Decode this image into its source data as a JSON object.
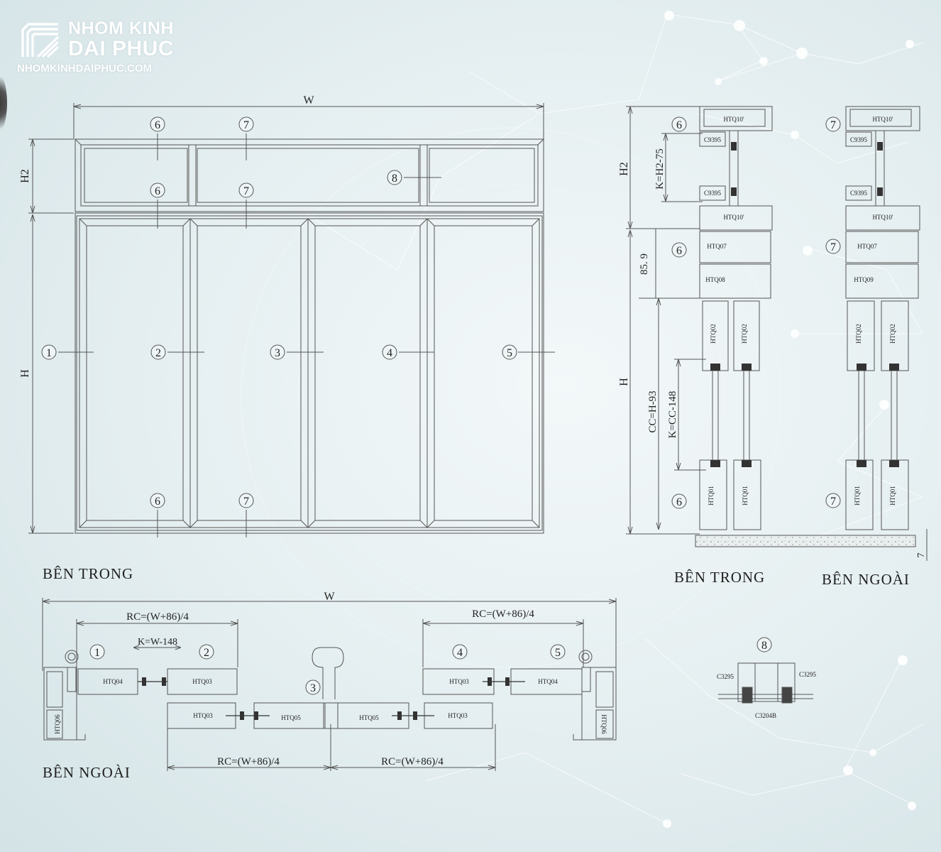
{
  "brand": {
    "line1": "NHOM KINH",
    "line2": "DAI PHUC",
    "url": "NHOMKINHDAIPHUC.COM",
    "logo_icon": "stacked-frame-logo"
  },
  "elevation": {
    "width_label": "W",
    "height_label": "H",
    "transom_height_label": "H2",
    "panel_markers": [
      "1",
      "2",
      "3",
      "4",
      "5"
    ],
    "top_markers": [
      "6",
      "7",
      "6",
      "7"
    ],
    "bottom_markers": [
      "6",
      "7"
    ],
    "transom_marker": "8",
    "caption": "BÊN  TRONG"
  },
  "plan": {
    "width_label": "W",
    "rc_left_top": "RC=(W+86)/4",
    "rc_right_top": "RC=(W+86)/4",
    "k_label": "K=W-148",
    "rc_left_bottom": "RC=(W+86)/4",
    "rc_right_bottom": "RC=(W+86)/4",
    "markers": [
      "1",
      "2",
      "3",
      "4",
      "5"
    ],
    "profiles": {
      "htq04": "HTQ04",
      "htq03": "HTQ03",
      "htq05": "HTQ05",
      "htq06": "HTQ06"
    },
    "caption": "BÊN NGOÀI"
  },
  "section": {
    "h2": "H2",
    "k_h2": "K=H2-75",
    "dim_85": "85. 9",
    "h": "H",
    "cc": "CC=H-93",
    "k_cc": "K=CC-148",
    "dim_7": "7",
    "htq10": "HTQ10'",
    "c9395": "C9395",
    "htq07": "HTQ07",
    "htq08": "HTQ08",
    "htq09": "HTQ09",
    "htq02": "HTQ02",
    "htq01": "HTQ01",
    "left_markers": [
      "6",
      "6",
      "6"
    ],
    "right_markers": [
      "7",
      "7",
      "7"
    ],
    "caption_in": "BÊN  TRONG",
    "caption_out": "BÊN NGOÀI"
  },
  "detail8": {
    "marker": "8",
    "c3295a": "C3295",
    "c3295b": "C3295",
    "c3204b": "C3204B"
  }
}
